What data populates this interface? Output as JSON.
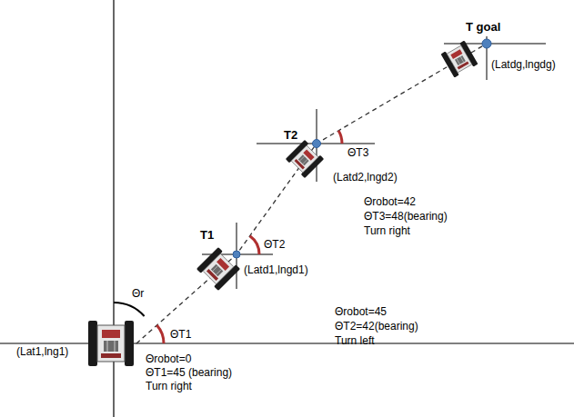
{
  "diagram": {
    "labels": [
      "(Lat1,lng1)",
      "Θrobot=0",
      "ΘT1=45 (bearing)",
      "Turn right",
      "Θr",
      "ΘT1",
      "T1",
      "(Latd1,lngd1)",
      "ΘT2",
      "Θrobot=45",
      "ΘT2=42(bearing)",
      "Turn left",
      "T2",
      "(Latd2,lngd2)",
      "ΘT3",
      "Θrobot=42",
      "ΘT3=48(bearing)",
      "Turn right",
      "T goal",
      "(Latdg,lngdg)"
    ]
  }
}
